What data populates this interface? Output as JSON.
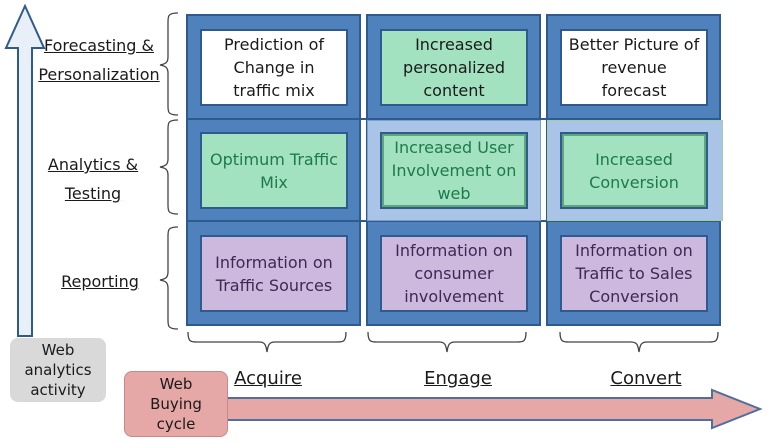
{
  "row_labels": {
    "forecasting_line1": "Forecasting &",
    "forecasting_line2": "Personalization",
    "analytics_line1": "Analytics &",
    "analytics_line2": "Testing",
    "reporting": "Reporting"
  },
  "cells": {
    "forecast_acquire": "Prediction of Change in traffic mix",
    "forecast_engage": "Increased personalized content",
    "forecast_convert": "Better Picture of revenue forecast",
    "analytics_acquire": "Optimum Traffic Mix",
    "analytics_engage": "Increased User Involvement on web",
    "analytics_convert": "Increased Conversion",
    "reporting_acquire": "Information on Traffic Sources",
    "reporting_engage": "Information on consumer involvement",
    "reporting_convert": "Information on Traffic to Sales Conversion"
  },
  "columns": {
    "acquire": "Acquire",
    "engage": "Engage",
    "convert": "Convert"
  },
  "web_analytics": "Web analytics activity",
  "web_buying": "Web Buying cycle",
  "colors": {
    "block_blue": "#4f81bd",
    "border_blue": "#2e5a8e",
    "white_cell": "#ffffff",
    "green_cell": "#a3e2c0",
    "purple_cell": "#cdb9de",
    "highlight": "#a9c4e6",
    "analytics_box": "#d9d9d9",
    "buying_box": "#e6a8a6",
    "buying_arrow": "#e6a8a6"
  }
}
